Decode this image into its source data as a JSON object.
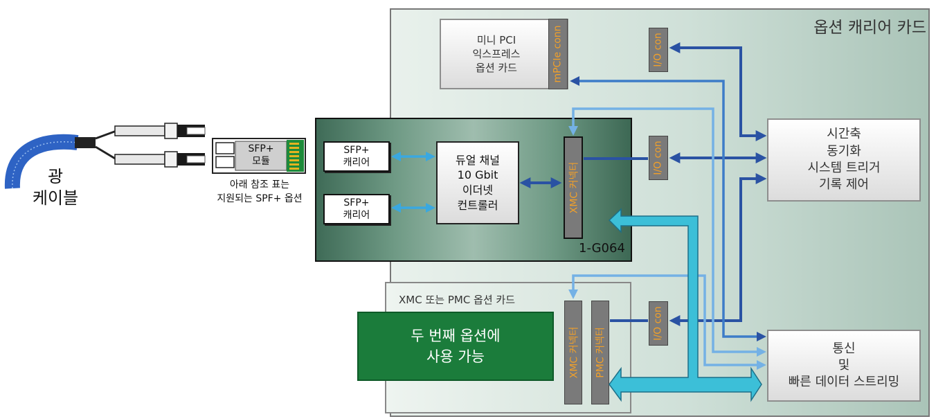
{
  "carrier_card": {
    "title": "옵션 캐리어 카드"
  },
  "mini_pci": {
    "line1": "미니 PCI",
    "line2": "익스프레스",
    "line3": "옵션 카드",
    "connector": "mPCIe conn"
  },
  "io_con": "I/O con",
  "timing": {
    "line1": "시간축",
    "line2": "동기화",
    "line3": "시스템 트리거",
    "line4": "기록 제어"
  },
  "comms": {
    "line1": "통신",
    "line2": "및",
    "line3": "빠른 데이터 스트리밍"
  },
  "board": {
    "model": "1-G064",
    "sfp_carrier": "SFP+\n캐리어",
    "controller": {
      "line1": "듀얼 채널",
      "line2": "10 Gbit",
      "line3": "이더넷",
      "line4": "컨트롤러"
    },
    "xmc_connector": "XMC 커넥터"
  },
  "xmc_option": {
    "title": "XMC 또는 PMC 옵션 카드",
    "available": {
      "line1": "두 번째 옵션에",
      "line2": "사용 가능"
    },
    "xmc_connector": "XMC 커넥터",
    "pmc_connector": "PMC 커넥터"
  },
  "cable": {
    "line1": "광",
    "line2": "케이블"
  },
  "sfp_module": {
    "line1": "SFP+",
    "line2": "모듈"
  },
  "sfp_note": {
    "line1": "아래 참조 표는",
    "line2": "지원되는 SPF+ 옵션"
  },
  "colors": {
    "dark_arrow": "#2a52a3",
    "light_arrow": "#7db6e6",
    "cyan_arrow": "#3cbfd8",
    "green_box": "#1b7c3b",
    "connector_text": "#f1a02a"
  }
}
